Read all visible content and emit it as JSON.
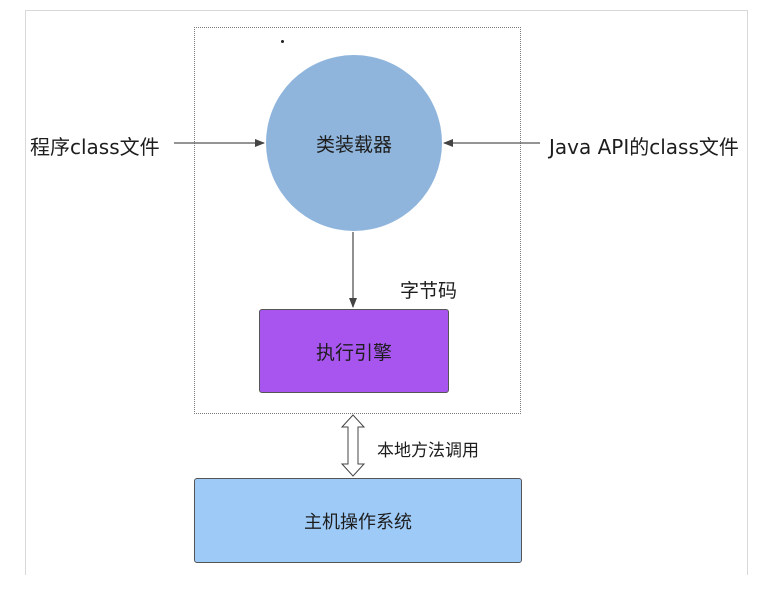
{
  "nodes": {
    "class_loader": "类装载器",
    "execution_engine": "执行引擎",
    "host_os": "主机操作系统"
  },
  "labels": {
    "program_class_files": "程序class文件",
    "java_api_class_files": "Java API的class文件",
    "bytecode": "字节码",
    "native_method_call": "本地方法调用"
  },
  "colors": {
    "class_loader_fill": "#8fb5dc",
    "execution_engine_fill": "#a855f0",
    "host_os_fill": "#9ecaf8"
  }
}
